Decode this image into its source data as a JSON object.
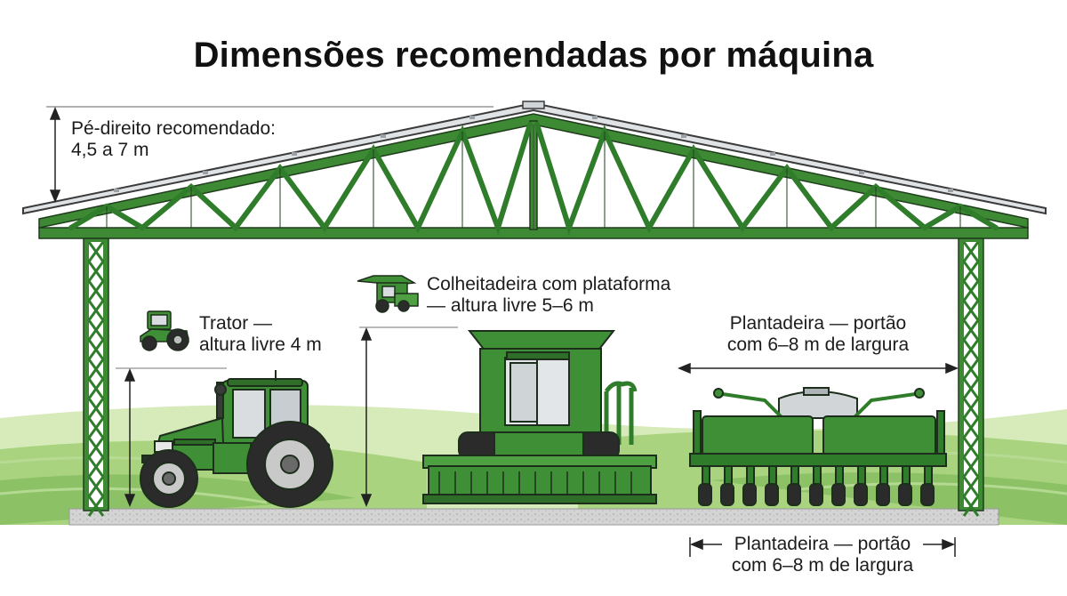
{
  "title": "Dimensões recomendadas por máquina",
  "labels": {
    "ceiling_line1": "Pé-direito recomendado:",
    "ceiling_line2": "4,5 a 7 m",
    "tractor_line1": "Trator —",
    "tractor_line2": "altura livre 4 m",
    "harvester_line1": "Colheitadeira com plataforma",
    "harvester_line2": "— altura livre 5–6 m",
    "planter_top_line1": "Plantadeira — portão",
    "planter_top_line2": "com 6–8 m de largura",
    "planter_bottom_line1": "Plantadeira — portão",
    "planter_bottom_line2": "com 6–8 m de largura"
  },
  "colors": {
    "structure_green": "#2f7d2a",
    "structure_dark": "#1f3d1c",
    "machine_green": "#3f8f37",
    "field_light": "#c9e4a8",
    "field_dark": "#8fc368",
    "floor_gray": "#cfcfcf",
    "text": "#1c1c1c"
  },
  "icons": [
    "tractor-icon",
    "harvester-icon"
  ]
}
